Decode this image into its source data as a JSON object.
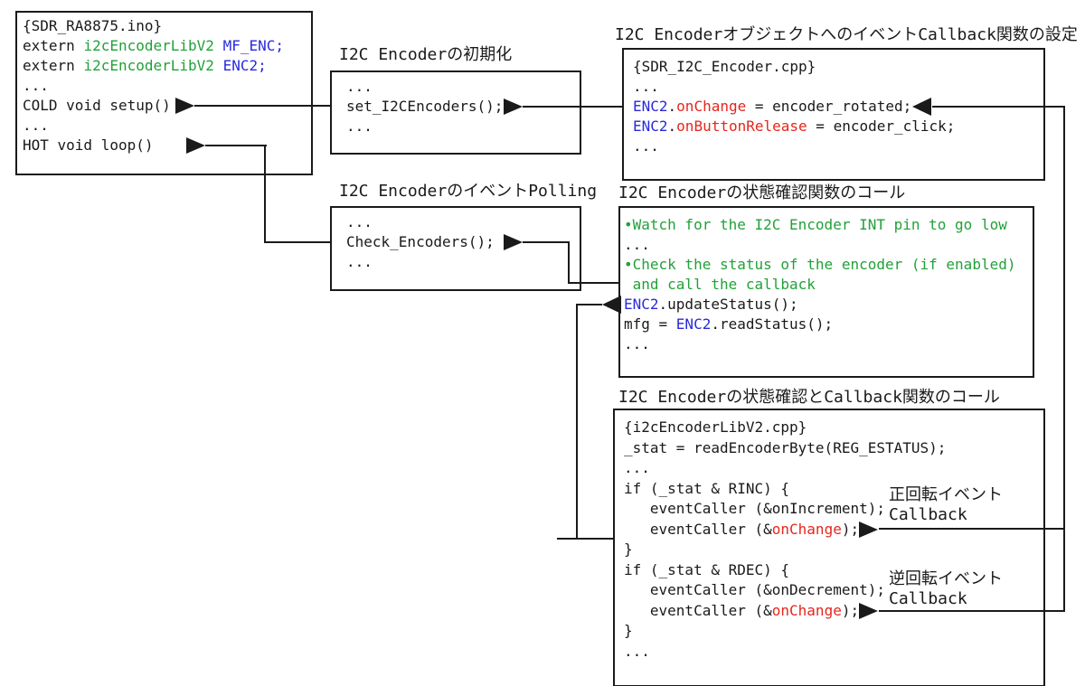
{
  "diagram": {
    "colors": {
      "green": "#21a138",
      "blue": "#2929db",
      "red": "#e5261d",
      "ink": "#1a1a1a"
    },
    "titles": {
      "init": "I2C Encoderの初期化",
      "callback_setup": "I2C EncoderオブジェクトへのイベントCallback関数の設定",
      "polling": "I2C EncoderのイベントPolling",
      "status_call": "I2C Encoderの状態確認関数のコール",
      "status_callback_call": "I2C Encoderの状態確認とCallback関数のコール"
    },
    "annotations": {
      "forward": {
        "line1": "正回転イベント",
        "line2": "Callback"
      },
      "reverse": {
        "line1": "逆回転イベント",
        "line2": "Callback"
      }
    },
    "boxes": {
      "main_ino": {
        "lines": [
          [
            {
              "t": "{SDR_RA8875.ino}",
              "c": "k"
            }
          ],
          [
            {
              "t": "extern ",
              "c": "k"
            },
            {
              "t": "i2cEncoderLibV2",
              "c": "g"
            },
            {
              "t": " ",
              "c": "k"
            },
            {
              "t": "MF_ENC;",
              "c": "b"
            }
          ],
          [
            {
              "t": "extern ",
              "c": "k"
            },
            {
              "t": "i2cEncoderLibV2",
              "c": "g"
            },
            {
              "t": " ",
              "c": "k"
            },
            {
              "t": "ENC2;",
              "c": "b"
            }
          ],
          [
            {
              "t": "...",
              "c": "k"
            }
          ],
          [
            {
              "t": "COLD void setup()",
              "c": "k"
            }
          ],
          [
            {
              "t": "...",
              "c": "k"
            }
          ],
          [
            {
              "t": "HOT void loop()",
              "c": "k"
            }
          ]
        ]
      },
      "init": {
        "lines": [
          [
            {
              "t": "...",
              "c": "k"
            }
          ],
          [
            {
              "t": "set_I2CEncoders();",
              "c": "k"
            }
          ],
          [
            {
              "t": "...",
              "c": "k"
            }
          ]
        ]
      },
      "encoder_cpp": {
        "lines": [
          [
            {
              "t": "{SDR_I2C_Encoder.cpp}",
              "c": "k"
            }
          ],
          [
            {
              "t": "...",
              "c": "k"
            }
          ],
          [
            {
              "t": "ENC2",
              "c": "b"
            },
            {
              "t": ".",
              "c": "k"
            },
            {
              "t": "onChange",
              "c": "r"
            },
            {
              "t": " = encoder_rotated;",
              "c": "k"
            }
          ],
          [
            {
              "t": "ENC2",
              "c": "b"
            },
            {
              "t": ".",
              "c": "k"
            },
            {
              "t": "onButtonRelease",
              "c": "r"
            },
            {
              "t": " = encoder_click;",
              "c": "k"
            }
          ],
          [
            {
              "t": "...",
              "c": "k"
            }
          ]
        ]
      },
      "polling": {
        "lines": [
          [
            {
              "t": "...",
              "c": "k"
            }
          ],
          [
            {
              "t": "Check_Encoders();",
              "c": "k"
            }
          ],
          [
            {
              "t": "...",
              "c": "k"
            }
          ]
        ]
      },
      "status": {
        "lines": [
          [
            {
              "t": "•Watch for the I2C Encoder INT pin to go low",
              "c": "g"
            }
          ],
          [
            {
              "t": "...",
              "c": "k"
            }
          ],
          [
            {
              "t": "•Check the status of the encoder (if enabled)",
              "c": "g"
            }
          ],
          [
            {
              "t": " and call the callback",
              "c": "g"
            }
          ],
          [
            {
              "t": "ENC2",
              "c": "b"
            },
            {
              "t": ".updateStatus();",
              "c": "k"
            }
          ],
          [
            {
              "t": "mfg = ",
              "c": "k"
            },
            {
              "t": "ENC2",
              "c": "b"
            },
            {
              "t": ".readStatus();",
              "c": "k"
            }
          ],
          [
            {
              "t": "...",
              "c": "k"
            }
          ]
        ]
      },
      "lib": {
        "lines": [
          [
            {
              "t": "{i2cEncoderLibV2.cpp}",
              "c": "k"
            }
          ],
          [
            {
              "t": "_stat = readEncoderByte(REG_ESTATUS);",
              "c": "k"
            }
          ],
          [
            {
              "t": "...",
              "c": "k"
            }
          ],
          [
            {
              "t": "if (_stat & RINC) {",
              "c": "k"
            }
          ],
          [
            {
              "t": "   eventCaller (&onIncrement);",
              "c": "k"
            }
          ],
          [
            {
              "t": "   eventCaller (&",
              "c": "k"
            },
            {
              "t": "onChange",
              "c": "r"
            },
            {
              "t": ");",
              "c": "k"
            }
          ],
          [
            {
              "t": "}",
              "c": "k"
            }
          ],
          [
            {
              "t": "if (_stat & RDEC) {",
              "c": "k"
            }
          ],
          [
            {
              "t": "   eventCaller (&onDecrement);",
              "c": "k"
            }
          ],
          [
            {
              "t": "   eventCaller (&",
              "c": "k"
            },
            {
              "t": "onChange",
              "c": "r"
            },
            {
              "t": ");",
              "c": "k"
            }
          ],
          [
            {
              "t": "}",
              "c": "k"
            }
          ],
          [
            {
              "t": "...",
              "c": "k"
            }
          ]
        ]
      }
    }
  }
}
